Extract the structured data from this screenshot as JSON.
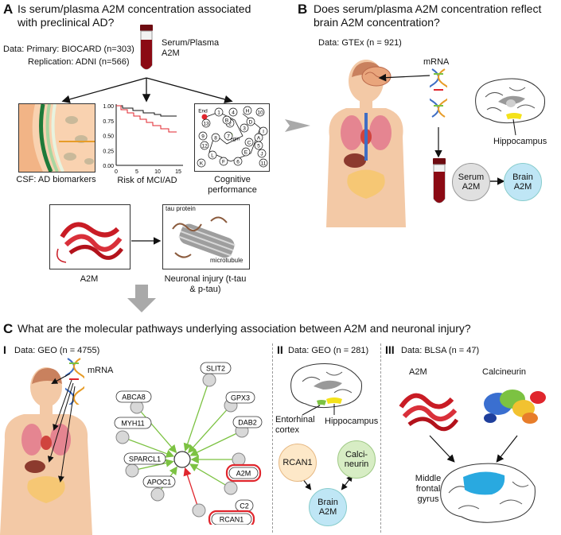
{
  "panelA": {
    "letter": "A",
    "question": "Is serum/plasma A2M concentration associated with preclinical AD?",
    "data_primary": "Data: Primary: BIOCARD (n=303)",
    "data_replication": "Replication: ADNI (n=566)",
    "tube_label": "Serum/Plasma A2M",
    "csf_caption": "CSF: AD biomarkers",
    "risk_caption": "Risk of MCI/AD",
    "cog_caption": "Cognitive performance",
    "a2m_caption": "A2M",
    "injury_caption": "Neuronal injury (t-tau & p-tau)",
    "tau_label": "tau protein",
    "microtubule_label": "microtubule",
    "km_yticks": [
      "1.00",
      "0.75",
      "0.50",
      "0.25",
      "0.00"
    ],
    "km_xticks": [
      "0",
      "5",
      "10",
      "15"
    ],
    "trail_labels": [
      "End",
      "Begin",
      "1",
      "2",
      "3",
      "4",
      "5",
      "6",
      "7",
      "8",
      "9",
      "10",
      "11",
      "12",
      "13",
      "A",
      "B",
      "C",
      "D",
      "E",
      "F",
      "H",
      "I",
      "J",
      "K",
      "L"
    ]
  },
  "panelB": {
    "letter": "B",
    "question": "Does serum/plasma A2M concentration reflect brain A2M concentration?",
    "data": "Data: GTEx (n = 921)",
    "mrna": "mRNA",
    "hippocampus": "Hippocampus",
    "serum_circle": "Serum A2M",
    "brain_circle": "Brain A2M"
  },
  "panelC": {
    "letter": "C",
    "question": "What are the molecular pathways underlying association between A2M and neuronal injury?",
    "I": {
      "numeral": "I",
      "data": "Data: GEO (n = 4755)",
      "mrna": "mRNA",
      "genes": [
        "SLIT2",
        "GPX3",
        "DAB2",
        "A2M",
        "C2",
        "RCAN1",
        "APOC1",
        "SPARCL1",
        "MYH11",
        "ABCA8"
      ]
    },
    "II": {
      "numeral": "II",
      "data": "Data: GEO (n = 281)",
      "entorhinal": "Entorhinal cortex",
      "hippocampus": "Hippocampus",
      "rcan1": "RCAN1",
      "calcineurin": "Calci- neurin",
      "brain": "Brain A2M"
    },
    "III": {
      "numeral": "III",
      "data": "Data: BLSA (n = 47)",
      "a2m": "A2M",
      "calcineurin": "Calcineurin",
      "region": "Middle frontal gyrus"
    }
  },
  "colors": {
    "green_arrow": "#7cc242",
    "red_arrow": "#e0262d",
    "blood": "#8b0a14",
    "gray_arrow": "#a9a9a9",
    "brain_circle": "#bfe6f5",
    "serum_circle": "#e0e0e0",
    "rcan1_circle": "#fde8c8",
    "calcineurin_circle": "#d7edc4",
    "hippocampus_yellow": "#f4e21a",
    "region_blue": "#29a9e0"
  },
  "icons": [
    "blood-tube-icon",
    "dna-helix-icon",
    "human-body-icon",
    "brain-icon",
    "a2m-protein-icon",
    "calcineurin-protein-icon",
    "tau-microtubule-icon",
    "artery-icon",
    "kaplan-meier-icon",
    "trail-making-icon"
  ]
}
